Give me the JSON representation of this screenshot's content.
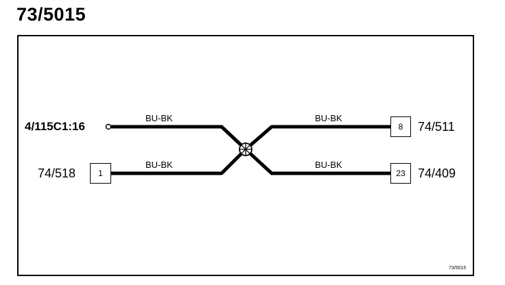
{
  "title": "73/5015",
  "footer_ref": "73/5015",
  "splice": {
    "icon": "splice-node-icon"
  },
  "left": {
    "top": {
      "connector": "4/115C1:16",
      "wire_color": "BU-BK",
      "terminal": "open-circle"
    },
    "bottom": {
      "connector": "74/518",
      "wire_color": "BU-BK",
      "pin": "1"
    }
  },
  "right": {
    "top": {
      "connector": "74/511",
      "wire_color": "BU-BK",
      "pin": "8"
    },
    "bottom": {
      "connector": "74/409",
      "wire_color": "BU-BK",
      "pin": "23"
    }
  }
}
